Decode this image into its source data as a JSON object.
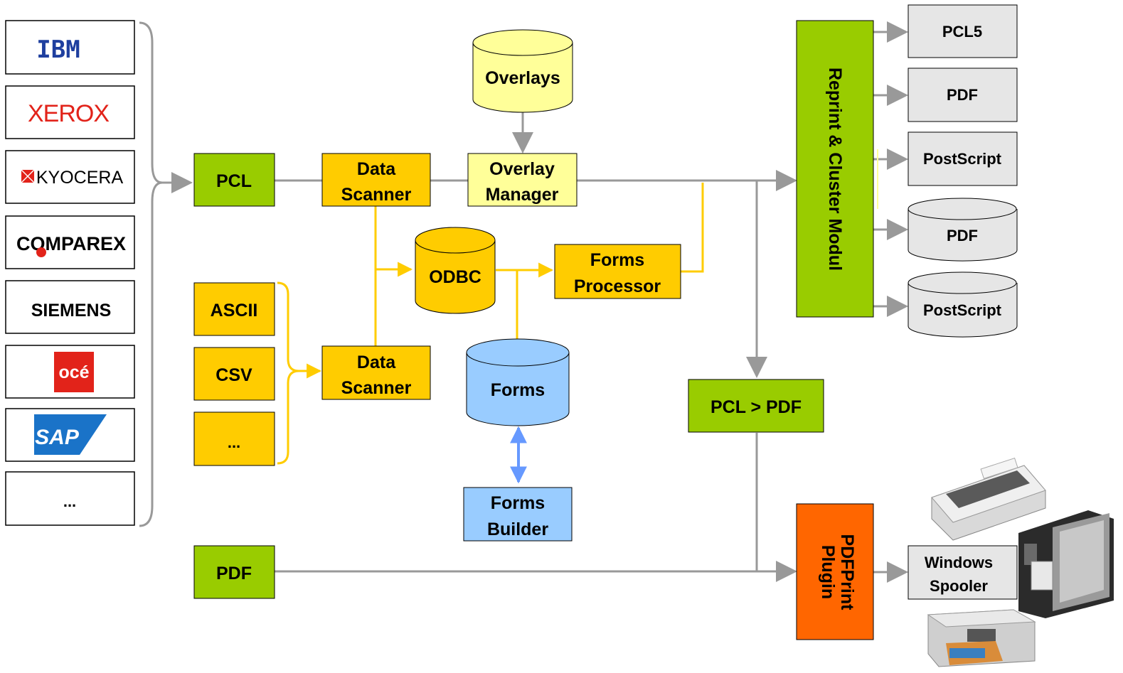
{
  "vendors": {
    "ibm": "IBM",
    "xerox": "XEROX",
    "kyocera": "KYOCERA",
    "comparex": "COMPAREX",
    "siemens": "SIEMENS",
    "oce": "océ",
    "sap": "SAP",
    "more": "..."
  },
  "inputs": {
    "pcl": "PCL",
    "ascii": "ASCII",
    "csv": "CSV",
    "more": "...",
    "pdf": "PDF"
  },
  "modules": {
    "data_scanner_top": [
      "Data",
      "Scanner"
    ],
    "data_scanner_bottom": [
      "Data",
      "Scanner"
    ],
    "overlays": "Overlays",
    "overlay_manager": [
      "Overlay",
      "Manager"
    ],
    "odbc": "ODBC",
    "forms_processor": [
      "Forms",
      "Processor"
    ],
    "forms": "Forms",
    "forms_builder": [
      "Forms",
      "Builder"
    ],
    "pcl_to_pdf": "PCL > PDF",
    "reprint_cluster": "Reprint & Cluster Modul",
    "pdfprint_plugin": [
      "PDFPrint",
      "Plugin"
    ]
  },
  "outputs": {
    "pcl5": "PCL5",
    "pdf_box": "PDF",
    "postscript_box": "PostScript",
    "pdf_db": "PDF",
    "postscript_db": "PostScript",
    "windows_spooler": [
      "Windows",
      "Spooler"
    ]
  },
  "colors": {
    "green": "#99cc00",
    "orange": "#ffcc00",
    "light_yellow": "#ffff99",
    "light_blue": "#99ccff",
    "gray": "#e6e6e6",
    "red_orange": "#ff6600",
    "connector_gray": "#999999",
    "connector_yellow": "#ffcc00",
    "connector_blue": "#6699ff"
  }
}
